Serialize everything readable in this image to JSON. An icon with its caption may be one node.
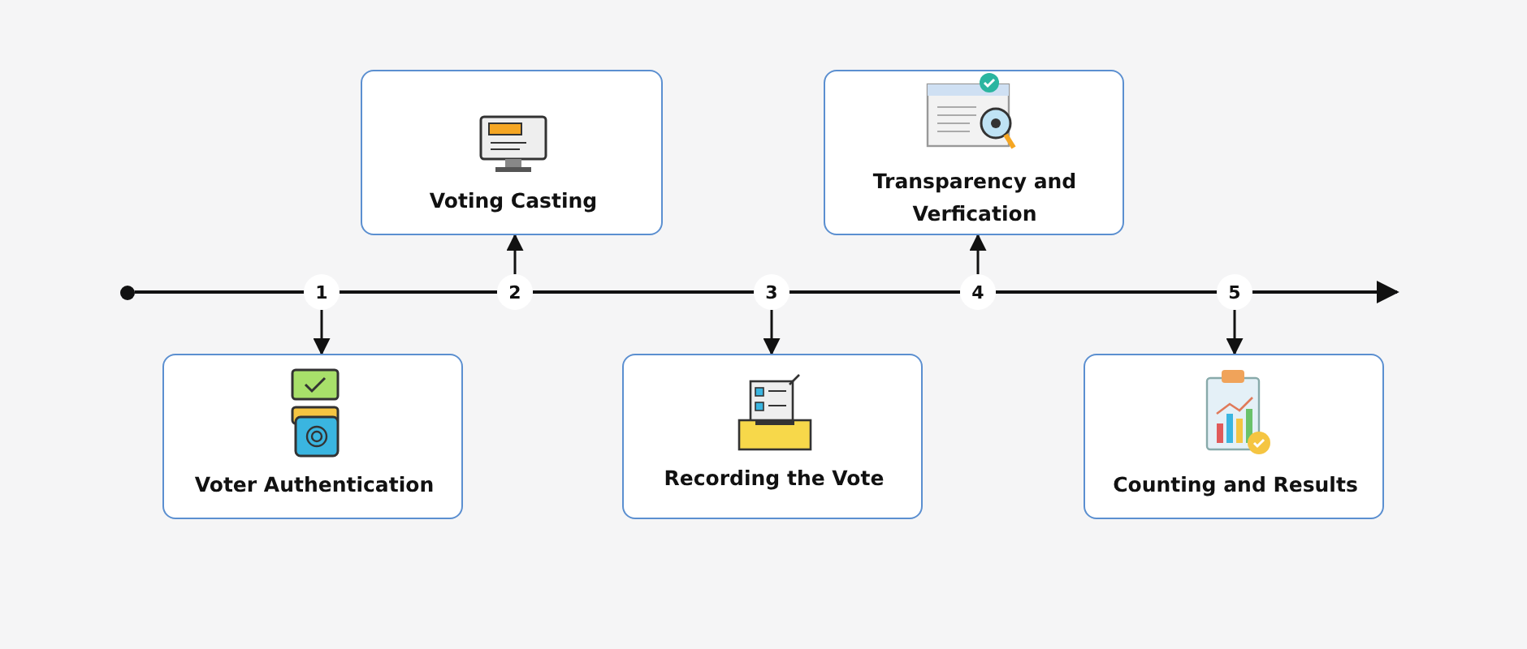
{
  "diagram": {
    "nodes": [
      {
        "text": [],
        "shape": "circle"
      },
      {
        "text": [
          "1"
        ]
      },
      {
        "text": [
          "2"
        ]
      },
      {
        "text": [
          "3"
        ]
      },
      {
        "text": [
          "4"
        ]
      },
      {
        "text": [
          "5"
        ]
      },
      {
        "text": [
          "Voter Authentication"
        ]
      },
      {
        "text": [
          "Voting Casting"
        ]
      },
      {
        "text": [
          "Recording the Vote"
        ]
      },
      {
        "text": [
          "Transparency and Verfication"
        ]
      },
      {
        "text": [
          "Counting and Results"
        ]
      }
    ],
    "edges": [
      {
        "from": 0,
        "to": 1,
        "arrow": "none"
      },
      {
        "from": 1,
        "to": 2,
        "arrow": "none"
      },
      {
        "from": 2,
        "to": 3,
        "arrow": "none"
      },
      {
        "from": 3,
        "to": 4,
        "arrow": "none"
      },
      {
        "from": 4,
        "to": 5,
        "arrow": "none"
      },
      {
        "from": 5,
        "to": null,
        "arrow": "to"
      },
      {
        "from": 1,
        "to": 6,
        "arrow": "to"
      },
      {
        "from": 2,
        "to": 7,
        "arrow": "to"
      },
      {
        "from": 3,
        "to": 8,
        "arrow": "to"
      },
      {
        "from": 4,
        "to": 9,
        "arrow": "to"
      },
      {
        "from": 5,
        "to": 10,
        "arrow": "to"
      }
    ]
  }
}
